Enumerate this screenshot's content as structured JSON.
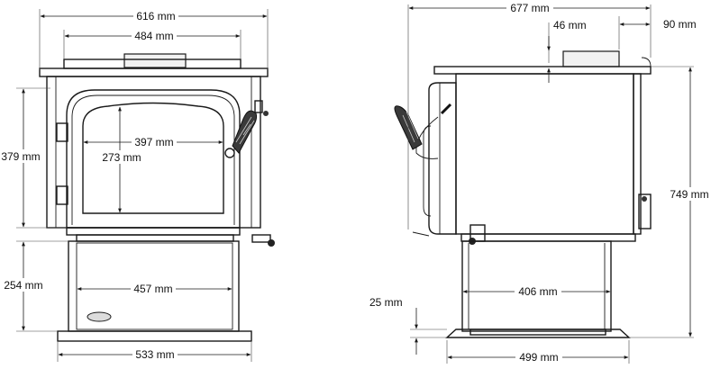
{
  "dimensions": {
    "front_overall_width": "616 mm",
    "front_top_width": "484 mm",
    "glass_width": "397 mm",
    "glass_height": "273 mm",
    "firebox_height": "379 mm",
    "pedestal_height": "254 mm",
    "pedestal_width": "457 mm",
    "base_width": "533 mm",
    "side_overall_depth": "677 mm",
    "flue_offset": "46 mm",
    "flue_rear_offset": "90 mm",
    "overall_height": "749 mm",
    "side_pedestal_depth": "406 mm",
    "base_plate_height": "25 mm",
    "side_base_depth": "499 mm"
  }
}
